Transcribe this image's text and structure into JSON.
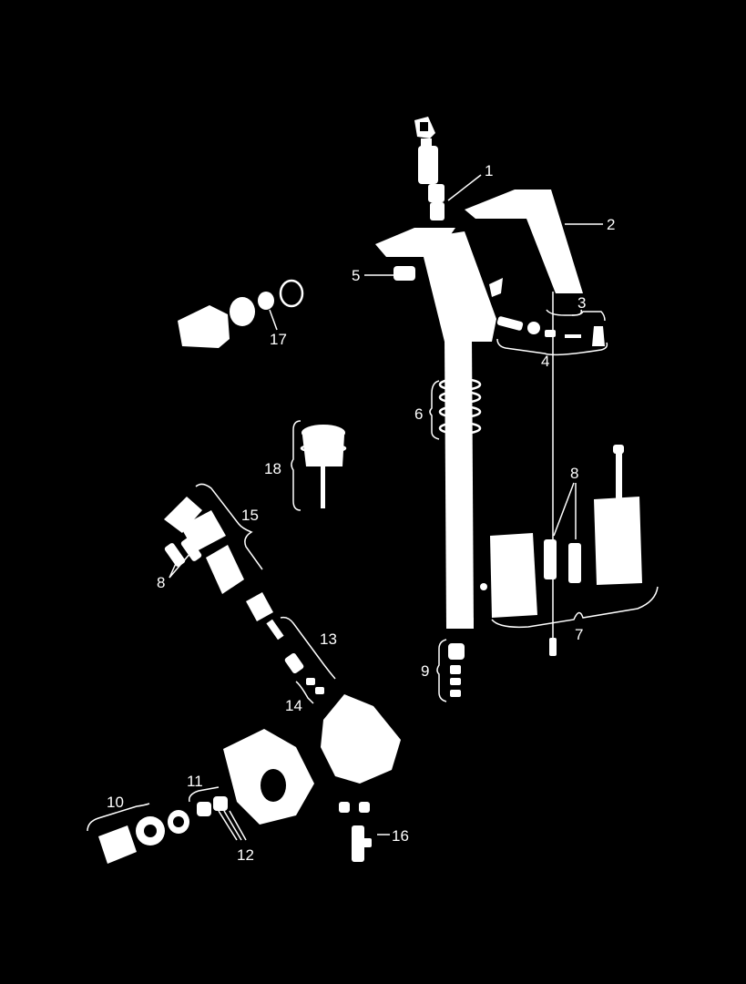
{
  "diagram": {
    "colors": {
      "background": "#000000",
      "parts": "#ffffff"
    },
    "callouts": {
      "c1": "1",
      "c2": "2",
      "c3": "3",
      "c4": "4",
      "c5": "5",
      "c6": "6",
      "c7": "7",
      "c8a": "8",
      "c8b": "8",
      "c9": "9",
      "c10": "10",
      "c11": "11",
      "c12": "12",
      "c13": "13",
      "c14": "14",
      "c15": "15",
      "c16": "16",
      "c17": "17",
      "c18": "18"
    }
  }
}
